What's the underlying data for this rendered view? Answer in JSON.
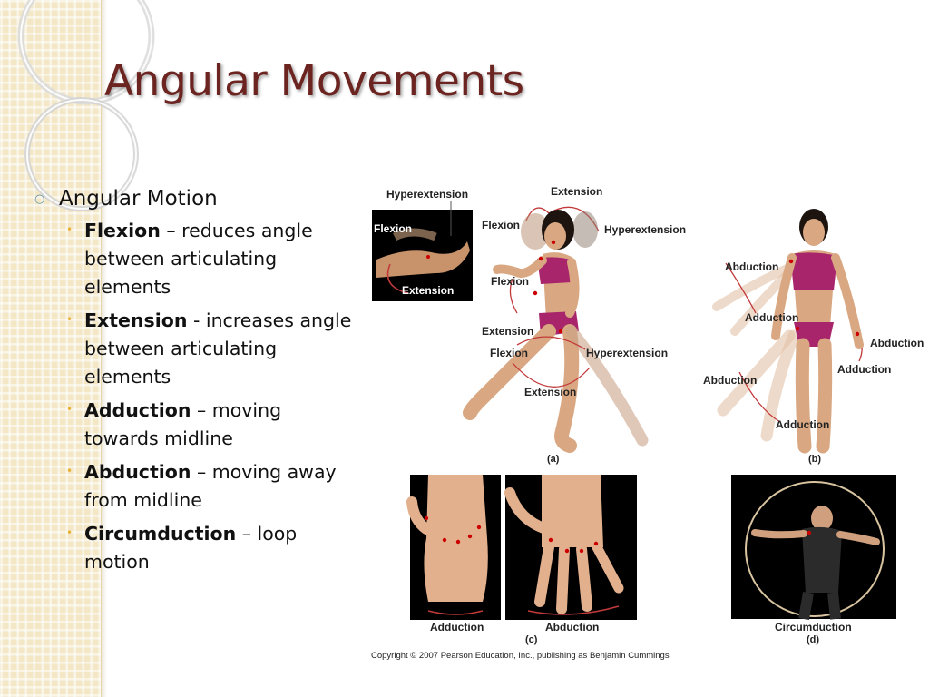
{
  "slide": {
    "title": "Angular Movements",
    "bullet": "Angular Motion",
    "items": [
      {
        "term": "Flexion",
        "desc": " – reduces angle between articulating elements"
      },
      {
        "term": "Extension",
        "desc": " - increases angle between articulating elements"
      },
      {
        "term": "Adduction",
        "desc": " – moving towards midline"
      },
      {
        "term": "Abduction",
        "desc": " – moving away from midline"
      },
      {
        "term": "Circumduction",
        "desc": " – loop motion"
      }
    ]
  },
  "figure": {
    "a": {
      "hyperextension_top": "Hyperextension",
      "inset_flexion": "Flexion",
      "inset_extension": "Extension",
      "head_extension": "Extension",
      "head_flexion": "Flexion",
      "head_hyperextension": "Hyperextension",
      "arm_flexion": "Flexion",
      "arm_extension": "Extension",
      "leg_flexion": "Flexion",
      "leg_hyperextension": "Hyperextension",
      "leg_extension": "Extension",
      "caption": "(a)"
    },
    "b": {
      "abduction_upper_left": "Abduction",
      "adduction_mid": "Adduction",
      "abduction_right": "Abduction",
      "adduction_right": "Adduction",
      "abduction_lower_left": "Abduction",
      "adduction_bottom": "Adduction",
      "caption": "(b)"
    },
    "c": {
      "adduction": "Adduction",
      "abduction": "Abduction",
      "caption": "(c)"
    },
    "d": {
      "circumduction": "Circumduction",
      "caption": "(d)"
    },
    "copyright": "Copyright © 2007 Pearson Education, Inc., publishing as Benjamin Cummings"
  }
}
